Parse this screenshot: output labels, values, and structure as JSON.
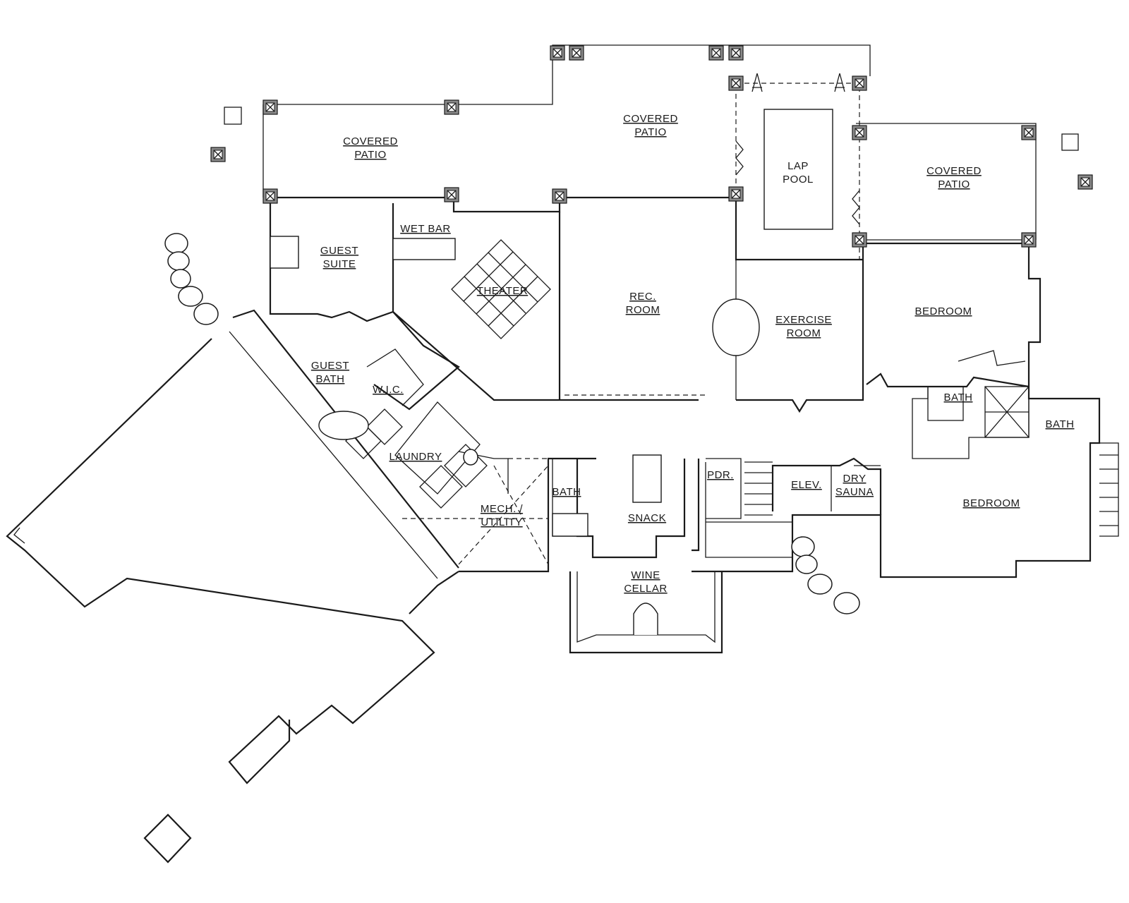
{
  "rooms": {
    "covered_patio_west": [
      "COVERED",
      "PATIO"
    ],
    "covered_patio_center": [
      "COVERED",
      "PATIO"
    ],
    "lap_pool": [
      "LAP",
      "POOL"
    ],
    "covered_patio_east": [
      "COVERED",
      "PATIO"
    ],
    "wet_bar": [
      "WET BAR"
    ],
    "guest_suite": [
      "GUEST",
      "SUITE"
    ],
    "theater": [
      "THEATER"
    ],
    "rec_room": [
      "REC.",
      "ROOM"
    ],
    "exercise_room": [
      "EXERCISE",
      "ROOM"
    ],
    "bedroom_east_upper": [
      "BEDROOM"
    ],
    "guest_bath": [
      "GUEST",
      "BATH"
    ],
    "wic": [
      "W.I.C."
    ],
    "laundry": [
      "LAUNDRY"
    ],
    "bath_east_small": [
      "BATH"
    ],
    "bath_far_east": [
      "BATH"
    ],
    "mech_utility": [
      "MECH. /",
      "UTILITY"
    ],
    "bath_center": [
      "BATH"
    ],
    "snack": [
      "SNACK"
    ],
    "pdr": [
      "PDR."
    ],
    "elev": [
      "ELEV."
    ],
    "dry_sauna": [
      "DRY",
      "SAUNA"
    ],
    "bedroom_east_lower": [
      "BEDROOM"
    ],
    "wine_cellar": [
      "WINE",
      "CELLAR"
    ]
  }
}
